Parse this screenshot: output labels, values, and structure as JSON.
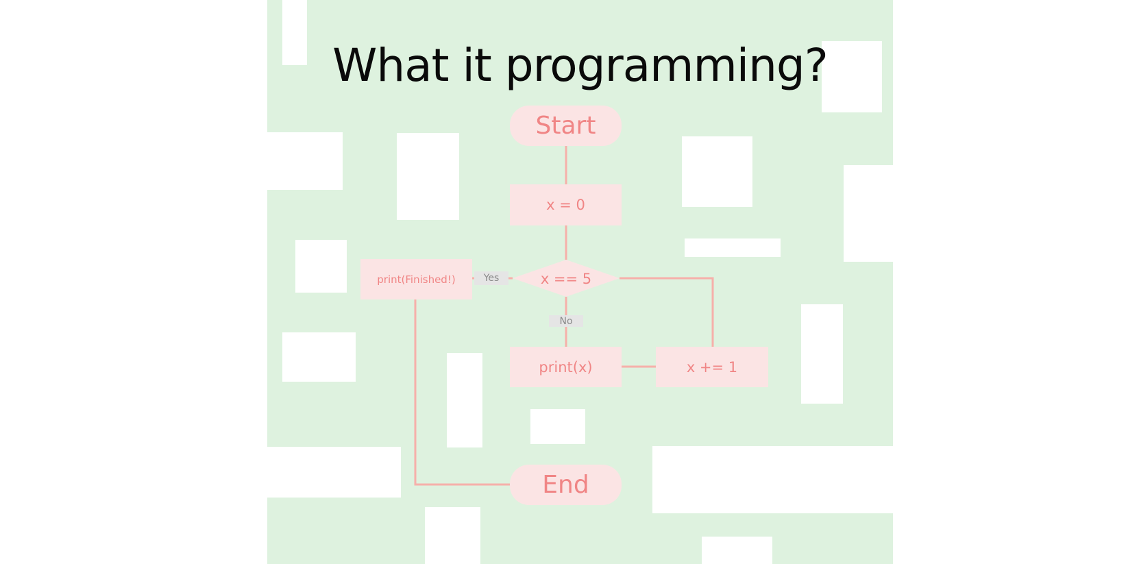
{
  "title": "What it programming?",
  "colors": {
    "background": "#ffffff",
    "slide": "#def2df",
    "node_fill": "#fbe4e4",
    "node_text": "#f08585",
    "connector": "#f6b0aa",
    "tag_fill": "#e5e5e5",
    "tag_text": "#8a8a8a",
    "title_text": "#0a0a0a"
  },
  "flowchart": {
    "nodes": {
      "start": "Start",
      "init": "x = 0",
      "condition": "x == 5",
      "print_finished": "print(Finished!)",
      "print_x": "print(x)",
      "increment": "x += 1",
      "end": "End"
    },
    "labels": {
      "yes": "Yes",
      "no": "No"
    }
  }
}
